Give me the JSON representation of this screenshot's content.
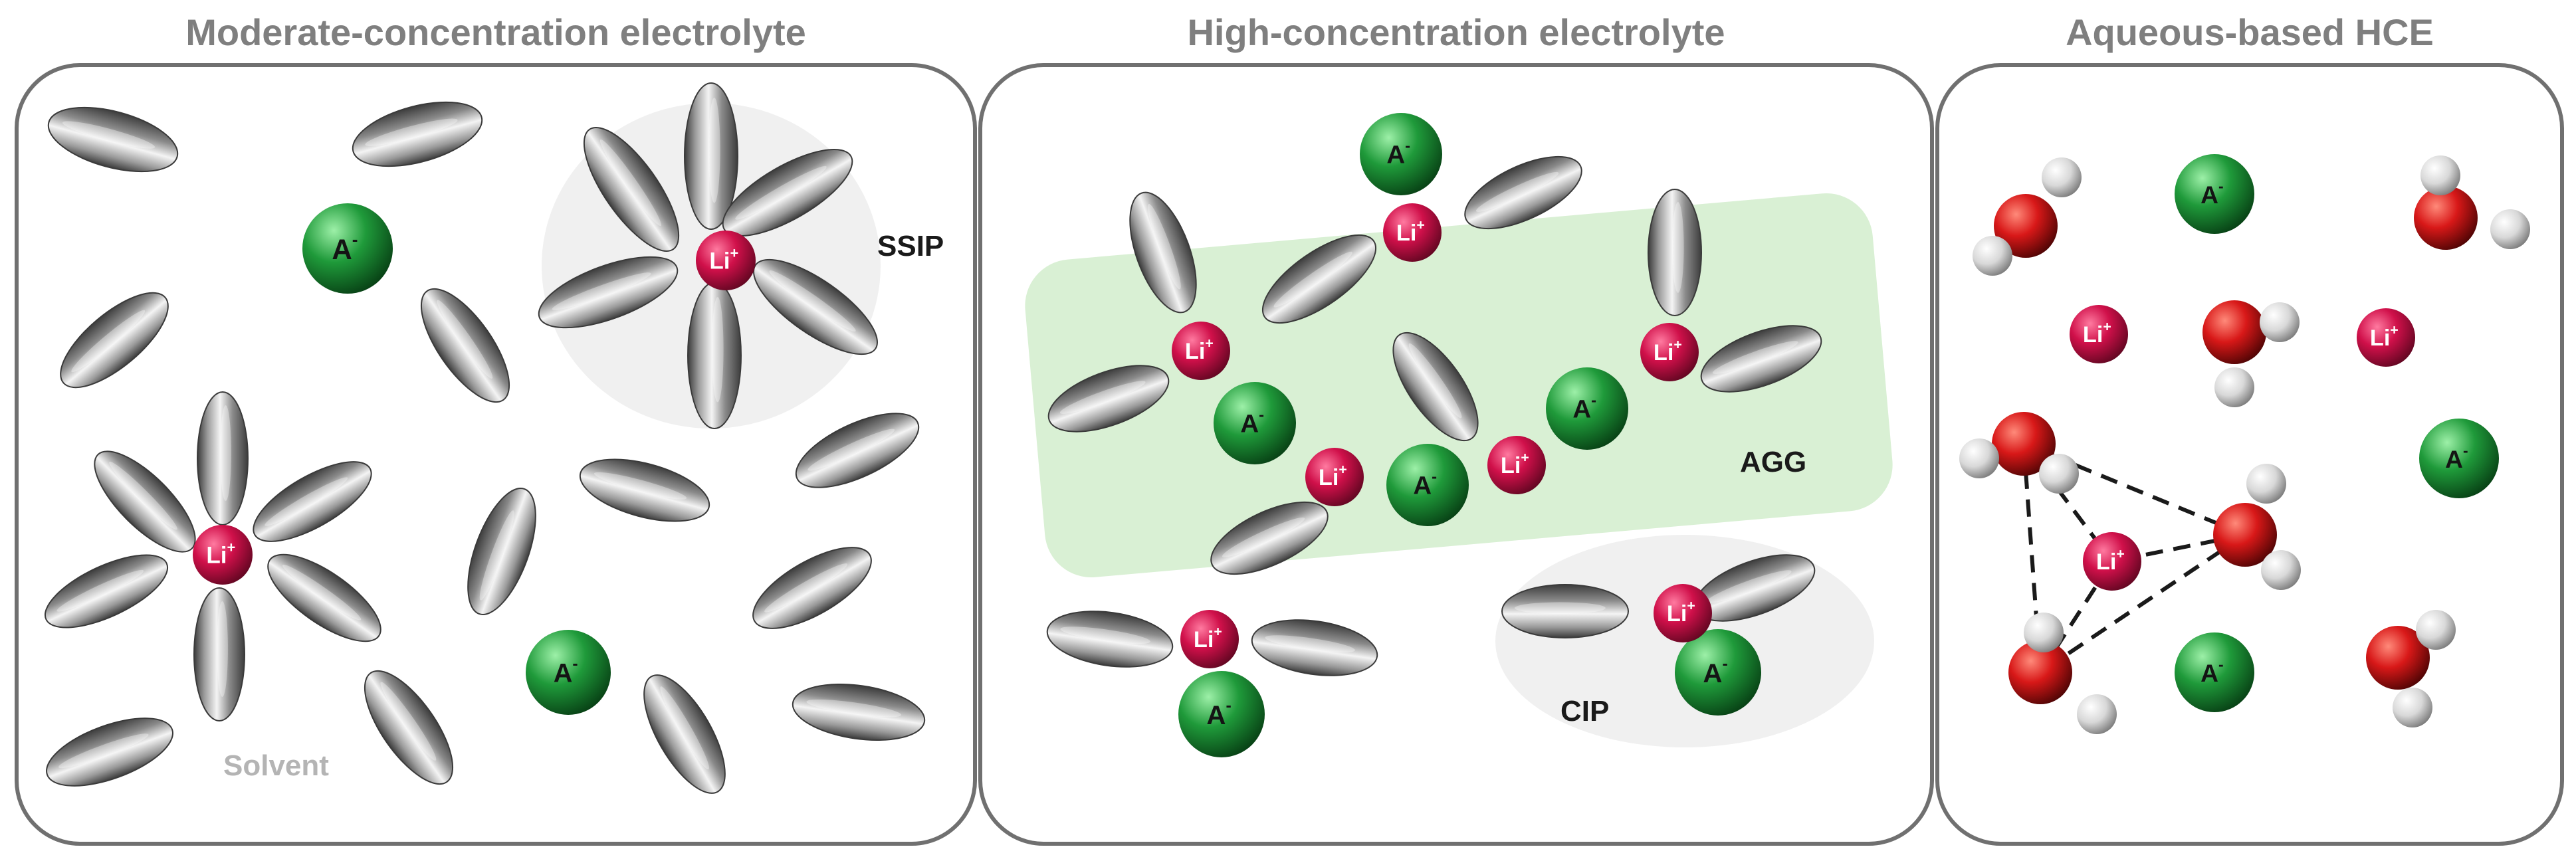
{
  "panels": [
    {
      "title": "Moderate-concentration electrolyte",
      "labels": {
        "ssip": "SSIP",
        "solvent": "Solvent"
      }
    },
    {
      "title": "High-concentration electrolyte",
      "labels": {
        "agg": "AGG",
        "cip": "CIP"
      }
    },
    {
      "title": "Aqueous-based HCE",
      "labels": {}
    }
  ],
  "species": {
    "cation": {
      "base": "Li",
      "charge": "+"
    },
    "anion": {
      "base": "A",
      "charge": "-"
    }
  },
  "colors": {
    "panel_border": "#707070",
    "title": "#7f7f7f",
    "cation": "#d0104a",
    "anion": "#1f9a3a",
    "solvent": "#8f8f8f",
    "agg_region": "#d9f0d4",
    "cluster_region": "#f0f0f0",
    "oxygen": "#d81818",
    "hydrogen": "#d8d8d8"
  }
}
